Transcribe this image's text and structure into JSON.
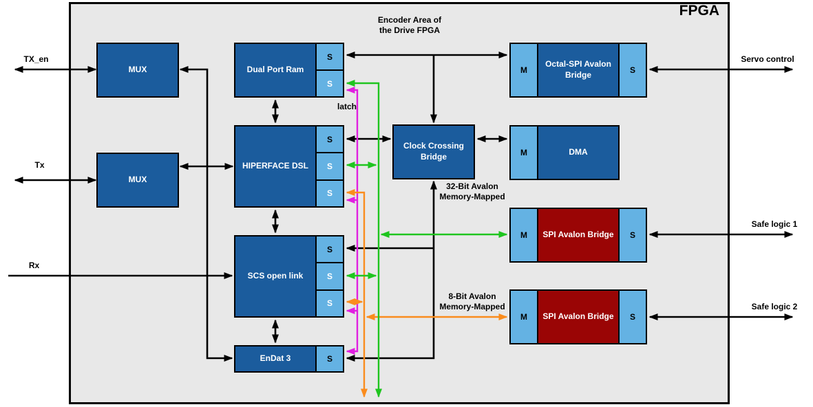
{
  "title": "FPGA",
  "subtitle": "Encoder Area of\nthe Drive FPGA",
  "blocks": {
    "mux_top": {
      "label": "MUX"
    },
    "mux_bottom": {
      "label": "MUX"
    },
    "dual_port_ram": {
      "label": "Dual Port Ram",
      "ports": [
        "S",
        "S"
      ]
    },
    "hiperface_dsl": {
      "label": "HIPERFACE DSL",
      "ports": [
        "S",
        "S",
        "S"
      ]
    },
    "scs_open_link": {
      "label": "SCS open link",
      "ports": [
        "S",
        "S",
        "S"
      ]
    },
    "endat3": {
      "label": "EnDat 3",
      "ports": [
        "S"
      ]
    },
    "clock_crossing_bridge": {
      "label": "Clock Crossing Bridge"
    },
    "octal_spi_bridge": {
      "label": "Octal-SPI Avalon Bridge",
      "port_left": "M",
      "port_right": "S"
    },
    "dma": {
      "label": "DMA",
      "port_left": "M"
    },
    "spi_bridge_1": {
      "label": "SPI Avalon Bridge",
      "port_left": "M",
      "port_right": "S"
    },
    "spi_bridge_2": {
      "label": "SPI Avalon Bridge",
      "port_left": "M",
      "port_right": "S"
    }
  },
  "signals": {
    "tx_en": "TX_en",
    "tx": "Tx",
    "rx": "Rx",
    "servo": "Servo control",
    "safe_logic_1": "Safe logic 1",
    "safe_logic_2": "Safe logic 2",
    "latch": "latch",
    "avalon_32": "32-Bit Avalon\nMemory-Mapped",
    "avalon_8": "8-Bit Avalon\nMemory-Mapped"
  },
  "colors": {
    "block_blue": "#1b5c9d",
    "port_blue": "#64b2e3",
    "bridge_red": "#9a0505",
    "canvas_gray": "#e8e8e8",
    "wire_black": "#000000",
    "wire_green": "#1fc51f",
    "wire_magenta": "#e01fe0",
    "wire_orange": "#fa8c1d"
  }
}
